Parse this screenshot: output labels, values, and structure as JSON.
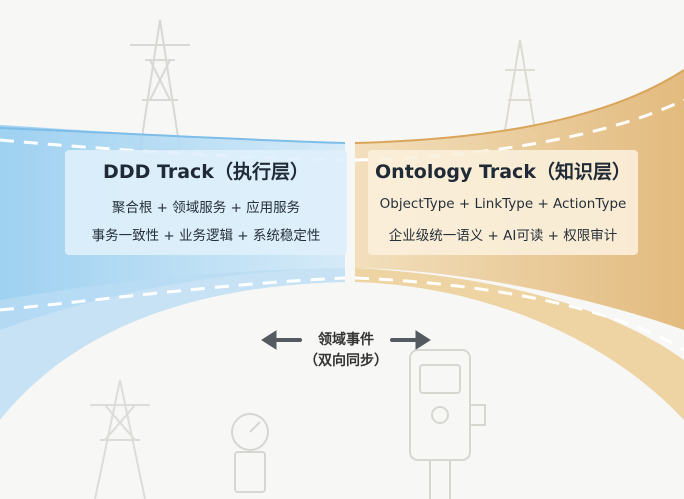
{
  "left_track": {
    "title": "DDD Track（执行层）",
    "line1": "聚合根 + 领域服务 + 应用服务",
    "line2": "事务一致性 + 业务逻辑 + 系统稳定性"
  },
  "right_track": {
    "title": "Ontology Track（知识层）",
    "line1": "ObjectType + LinkType + ActionType",
    "line2": "企业级统一语义 + AI可读 + 权限审计"
  },
  "center": {
    "label1": "领域事件",
    "label2": "（双向同步）"
  },
  "colors": {
    "ddd_blue": "#8ec9ef",
    "ontology_gold": "#e6bd78",
    "arrow": "#555a60"
  }
}
